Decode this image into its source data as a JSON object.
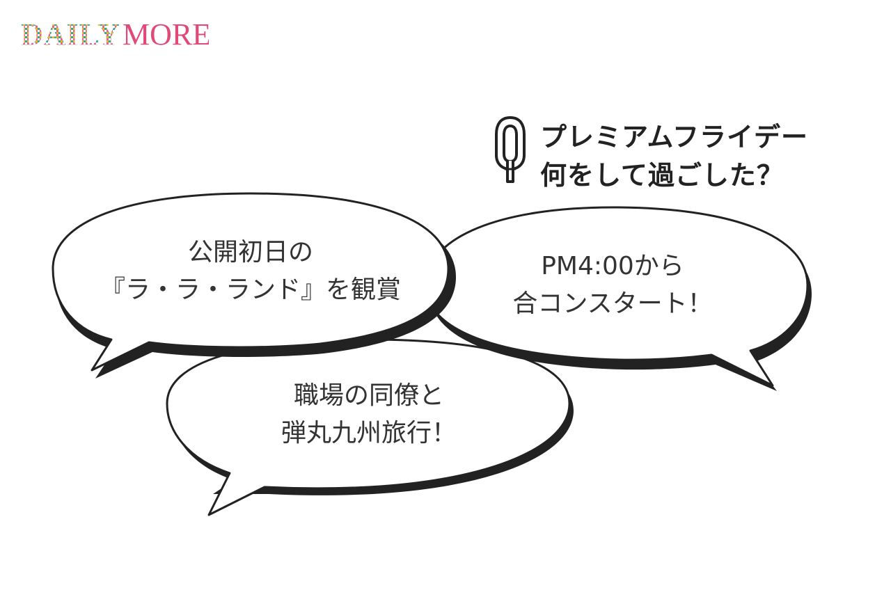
{
  "logo": {
    "text": "DAILY MORE",
    "colors": {
      "daily_teal": "#2aa8a0",
      "daily_yellow": "#e8b820",
      "daily_pink": "#e8609a",
      "more": "#e04a78"
    }
  },
  "question": {
    "icon": "q-letter-icon",
    "line1": "プレミアムフライデー",
    "line2": "何をして過ごした？"
  },
  "answers": {
    "bubble1": {
      "line1": "公開初日の",
      "line2": "『ラ・ラ・ランド』を観賞"
    },
    "bubble2": {
      "line1": "PM4:00から",
      "line2": "合コンスタート！"
    },
    "bubble3": {
      "line1": "職場の同僚と",
      "line2": "弾丸九州旅行！"
    }
  }
}
